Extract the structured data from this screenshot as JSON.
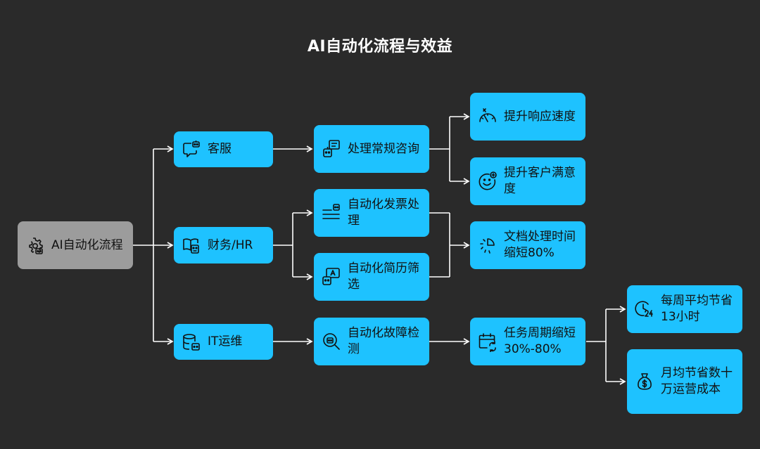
{
  "diagram": {
    "title": "AI自动化流程与效益",
    "nodes": {
      "root": {
        "label": "AI自动化流程",
        "icon": "gear-robot-icon"
      },
      "customer_service": {
        "label": "客服",
        "icon": "chat-bot-icon"
      },
      "finance_hr": {
        "label": "财务/HR",
        "icon": "book-bot-icon"
      },
      "it_ops": {
        "label": "IT运维",
        "icon": "database-bot-icon"
      },
      "handle_inquiries": {
        "label": "处理常规咨询",
        "icon": "bot-document-icon"
      },
      "invoice_processing": {
        "label": "自动化发票处理",
        "icon": "list-bot-icon"
      },
      "resume_screening": {
        "label": "自动化简历筛选",
        "icon": "bot-translate-icon"
      },
      "fault_detection": {
        "label": "自动化故障检测",
        "icon": "search-bot-icon"
      },
      "faster_response": {
        "label": "提升响应速度",
        "icon": "speedometer-icon"
      },
      "satisfaction": {
        "label": "提升客户满意度",
        "icon": "smile-plus-icon"
      },
      "doc_time_cut": {
        "label": "文档处理时间缩短80%",
        "icon": "pie-burst-icon"
      },
      "cycle_cut": {
        "label": "任务周期缩短30%-80%",
        "icon": "calendar-refresh-icon"
      },
      "hours_saved": {
        "label": "每周平均节省13小时",
        "icon": "clock-24-icon"
      },
      "cost_saved": {
        "label": "月均节省数十万运营成本",
        "icon": "money-bag-icon"
      }
    }
  }
}
